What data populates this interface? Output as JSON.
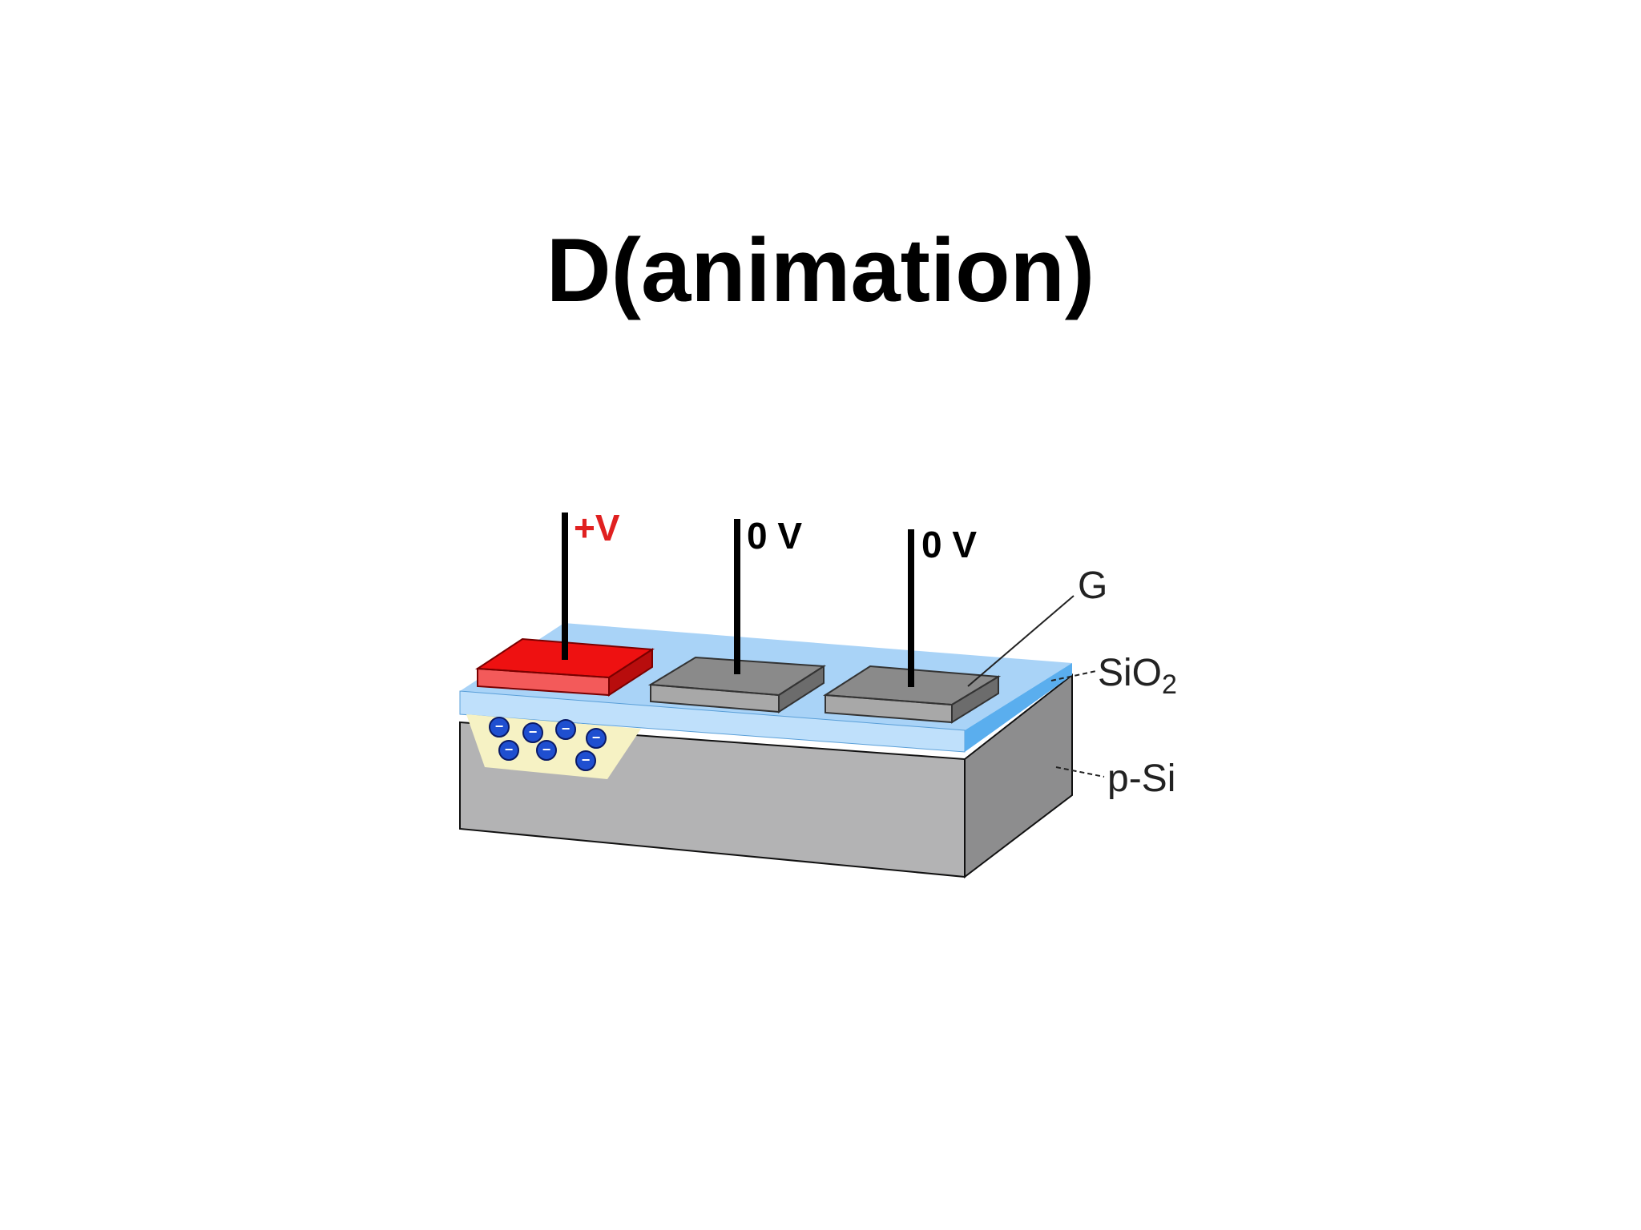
{
  "slide": {
    "title": "D(animation)"
  },
  "diagram": {
    "electrodes": [
      {
        "voltage": "+V",
        "color": "#ee1111"
      },
      {
        "voltage": "0 V",
        "color": "#8a8a8a"
      },
      {
        "voltage": "0 V",
        "color": "#8a8a8a"
      }
    ],
    "labels": {
      "gate": "G",
      "oxide_main": "SiO",
      "oxide_sub": "2",
      "substrate": "p-Si"
    },
    "charge_symbol": "−",
    "colors": {
      "oxide": "#a9d3f7",
      "oxide_side": "#5aaeee",
      "substrate_front": "#b3b3b4",
      "substrate_side": "#8d8d8e",
      "depletion": "#f6f2c4",
      "electron": "#1f4fd0",
      "positive_voltage": "#e02020"
    }
  }
}
